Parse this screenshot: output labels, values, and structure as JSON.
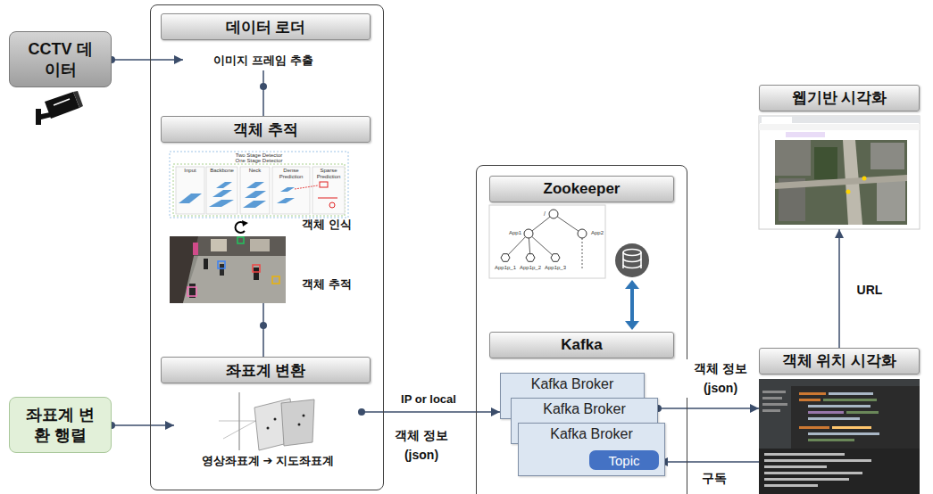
{
  "diagram": {
    "nodes": [
      {
        "text": [
          "CCTV 데이터"
        ]
      },
      {
        "text": []
      },
      {
        "text": [
          "데이터 로더"
        ],
        "in": 1
      },
      {
        "text": [
          "이미지 프레임 추출"
        ],
        "in": 1
      },
      {
        "text": [
          "객체 추적"
        ],
        "in": 1
      },
      {
        "text": [
          "좌표계 변환"
        ],
        "in": 1
      },
      {
        "text": [
          "영상좌표계 ➔ 지도좌표계"
        ],
        "in": 1
      },
      {
        "text": [
          "좌표계 변환 행렬"
        ]
      },
      {
        "text": []
      },
      {
        "text": [
          "Zookeeper"
        ],
        "in": 8
      },
      {
        "text": [
          "Kafka"
        ],
        "in": 8
      },
      {
        "text": [
          "Kafka Broker"
        ],
        "in": 8
      },
      {
        "text": [
          "Kafka Broker"
        ],
        "in": 8
      },
      {
        "text": [
          "Kafka Broker"
        ],
        "in": 8
      },
      {
        "text": [
          "Topic"
        ],
        "in": 13
      },
      {
        "text": [
          "웹기반 시각화"
        ]
      },
      {
        "text": [
          "객체 위치 시각화"
        ]
      }
    ],
    "edges": [
      {
        "from": 0,
        "to": 3,
        "arrow": "to"
      },
      {
        "from": 3,
        "to": 4,
        "arrow": "none"
      },
      {
        "from": 7,
        "to": 6,
        "arrow": "to"
      },
      {
        "from": 6,
        "to": 11,
        "arrow": "to",
        "label": "객체 정보 (json)"
      },
      {
        "from": 12,
        "to": 16,
        "arrow": "to",
        "label": "객체 정보 (json)"
      },
      {
        "from": 16,
        "to": 14,
        "arrow": "to",
        "label": "구독"
      },
      {
        "from": 16,
        "to": 15,
        "arrow": "to",
        "label": "URL"
      }
    ],
    "labels": [
      "객체 인식",
      "객체 추적",
      "IP or local",
      "Two Stage Detector",
      "One Stage Detector",
      "Input",
      "Backbone",
      "Neck",
      "Dense Prediction",
      "Sparse Prediction",
      "/",
      "App1",
      "App2",
      "App1p_1",
      "App1p_2",
      "App1p_3"
    ]
  }
}
